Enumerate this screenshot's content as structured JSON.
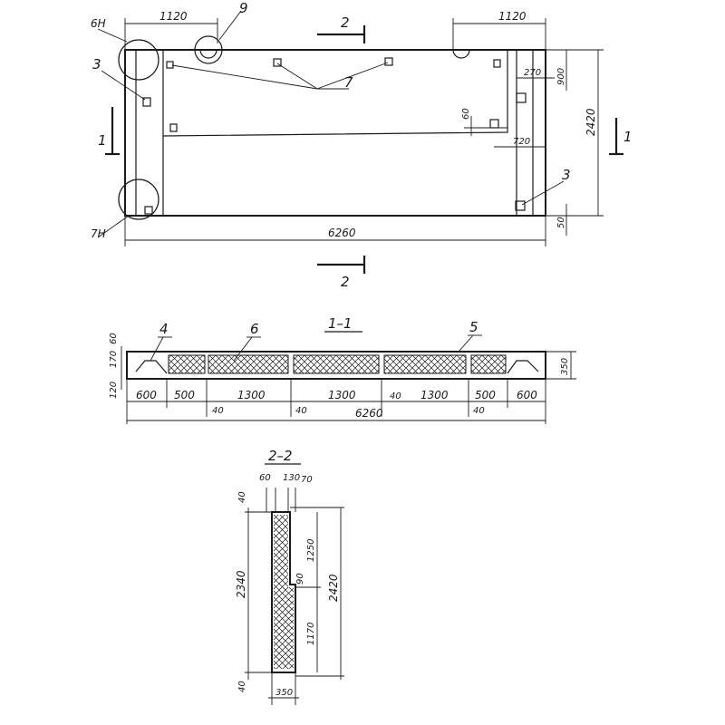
{
  "plan": {
    "callout_detail_top": "6Н",
    "callout_detail_bottom": "7Н",
    "callout_3_left": "3",
    "callout_3_right": "3",
    "callout_9": "9",
    "callout_7": "7",
    "dim_1120_left": "1120",
    "dim_1120_right": "1120",
    "dim_6260": "6260",
    "dim_2420": "2420",
    "dim_900": "900",
    "dim_270": "270",
    "dim_60": "60",
    "dim_720": "720",
    "dim_50": "50",
    "cut_2_top": "2",
    "cut_2_bottom": "2",
    "cut_1_left": "1",
    "cut_1_right": "1"
  },
  "section_1_1": {
    "title": "1–1",
    "callout_4": "4",
    "callout_6": "6",
    "callout_5": "5",
    "dim_60": "60",
    "dim_170": "170",
    "dim_120": "120",
    "dim_350": "350",
    "dim_600_left": "600",
    "dim_500_left": "500",
    "dim_1300_a": "1300",
    "dim_1300_b": "1300",
    "dim_40_mid": "40",
    "dim_1300_c": "1300",
    "dim_500_right": "500",
    "dim_600_right": "600",
    "dim_40_a": "40",
    "dim_40_b": "40",
    "dim_6260": "6260",
    "dim_40_c": "40"
  },
  "section_2_2": {
    "title": "2–2",
    "dim_60": "60",
    "dim_130": "130",
    "dim_70": "70",
    "dim_40_top": "40",
    "dim_2340": "2340",
    "dim_1250": "1250",
    "dim_90": "90",
    "dim_1170": "1170",
    "dim_2420": "2420",
    "dim_40_bottom": "40",
    "dim_350": "350"
  }
}
